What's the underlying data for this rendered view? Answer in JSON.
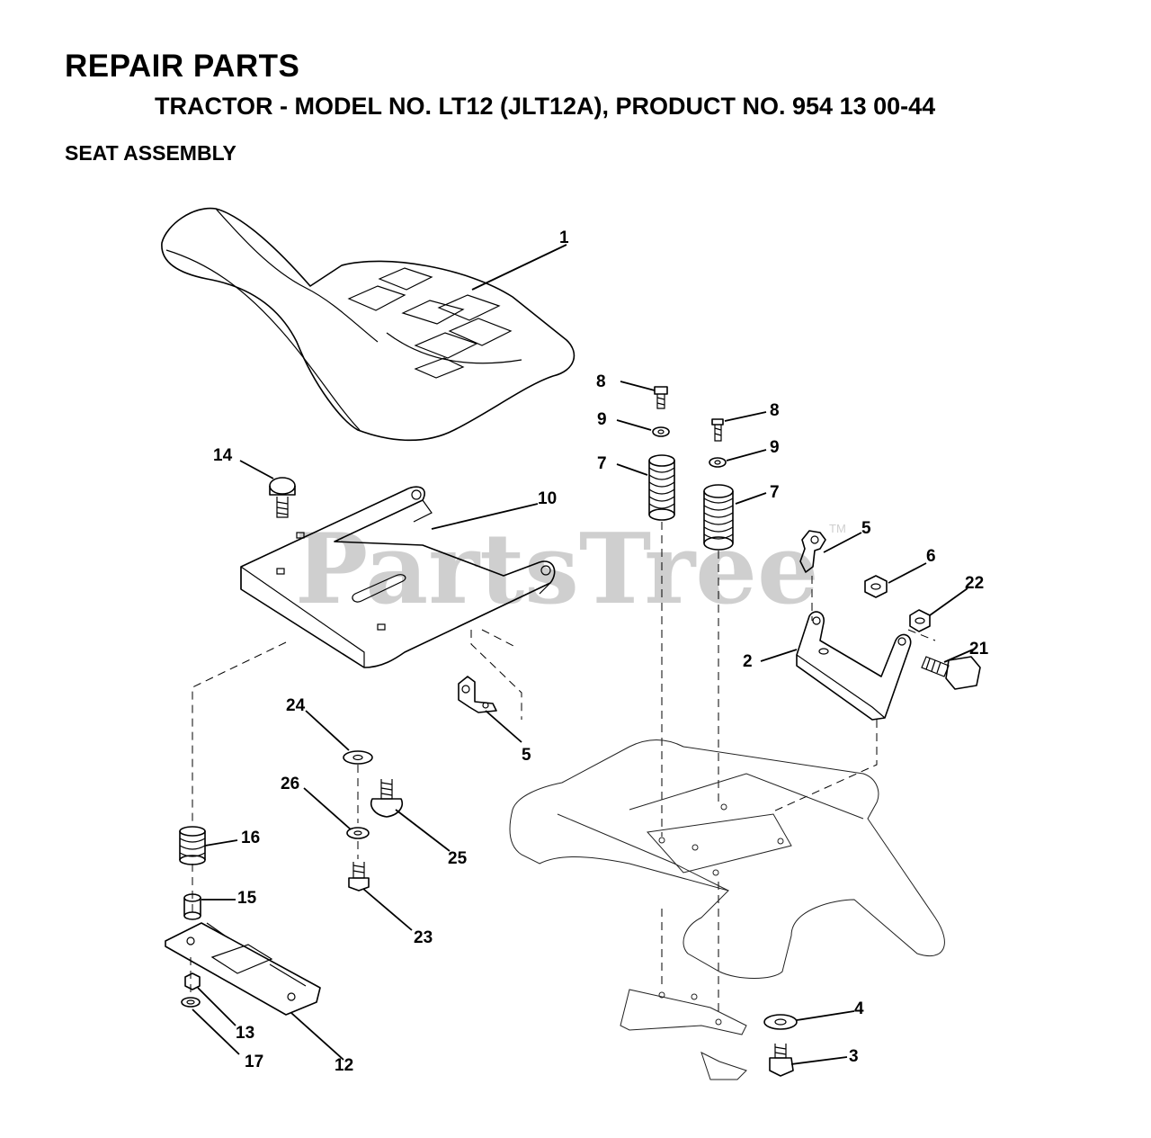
{
  "header": {
    "title": "REPAIR PARTS",
    "model_line": "TRACTOR - MODEL NO. LT12 (JLT12A), PRODUCT NO. 954 13 00-44",
    "section": "SEAT ASSEMBLY"
  },
  "watermark": {
    "text": "PartsTree",
    "trademark": "TM"
  },
  "callouts": {
    "c1": "1",
    "c14": "14",
    "c10": "10",
    "c8a": "8",
    "c9a": "9",
    "c7a": "7",
    "c8b": "8",
    "c9b": "9",
    "c7b": "7",
    "c5a": "5",
    "c6": "6",
    "c22": "22",
    "c2": "2",
    "c21": "21",
    "c5b": "5",
    "c24": "24",
    "c26": "26",
    "c25": "25",
    "c16": "16",
    "c15": "15",
    "c23": "23",
    "c13": "13",
    "c17": "17",
    "c12": "12",
    "c4": "4",
    "c3": "3"
  }
}
